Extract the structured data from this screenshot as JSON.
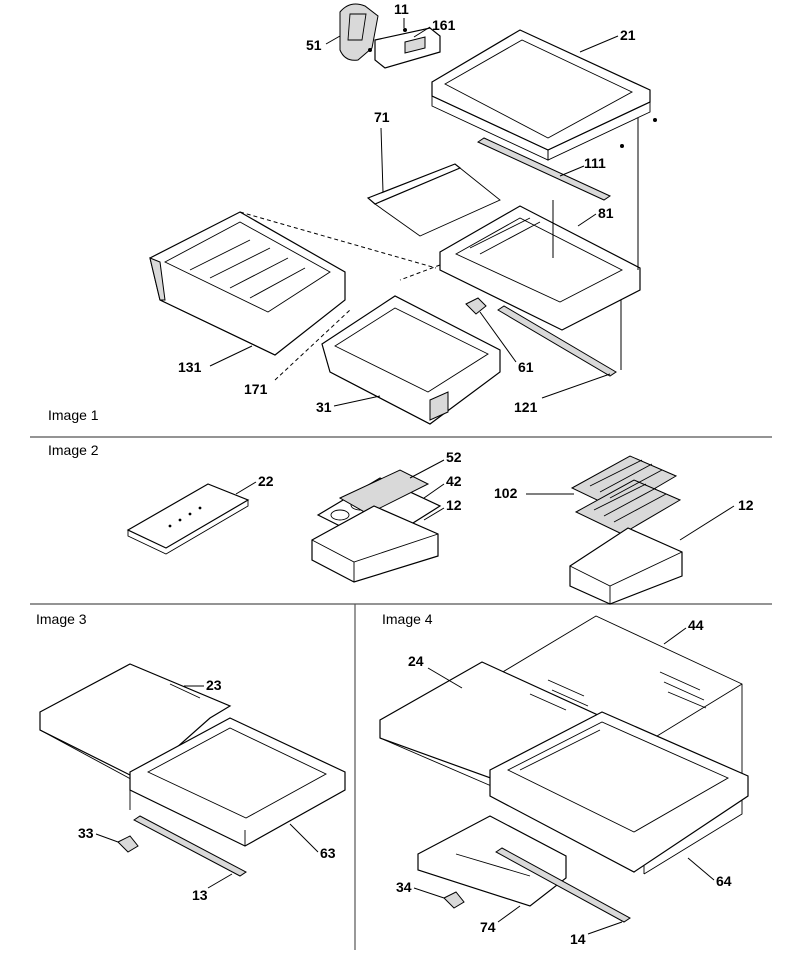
{
  "panels": [
    {
      "id": "image1",
      "title": "Image 1"
    },
    {
      "id": "image2",
      "title": "Image 2"
    },
    {
      "id": "image3",
      "title": "Image 3"
    },
    {
      "id": "image4",
      "title": "Image 4"
    }
  ],
  "callouts": {
    "image1": [
      "11",
      "161",
      "51",
      "21",
      "71",
      "111",
      "81",
      "131",
      "171",
      "61",
      "31",
      "121"
    ],
    "image2": [
      "22",
      "52",
      "42",
      "12",
      "102",
      "12"
    ],
    "image3": [
      "23",
      "33",
      "63",
      "13"
    ],
    "image4": [
      "24",
      "44",
      "34",
      "64",
      "74",
      "14"
    ]
  }
}
